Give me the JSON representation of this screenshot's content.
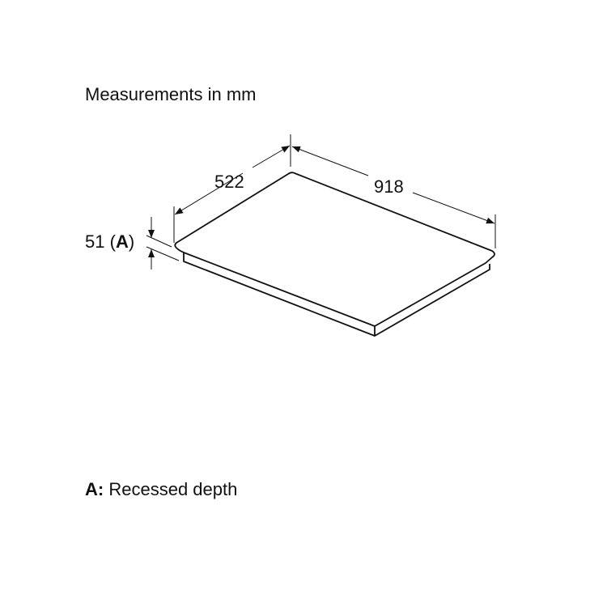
{
  "title": "Measurements in mm",
  "dimensions": {
    "depth": "522",
    "width": "918",
    "recess_value": "51",
    "recess_open": "(",
    "recess_label": "A",
    "recess_close": ")"
  },
  "legend": {
    "key": "A:",
    "text": "Recessed depth"
  },
  "colors": {
    "line": "#111111",
    "background": "#ffffff"
  }
}
